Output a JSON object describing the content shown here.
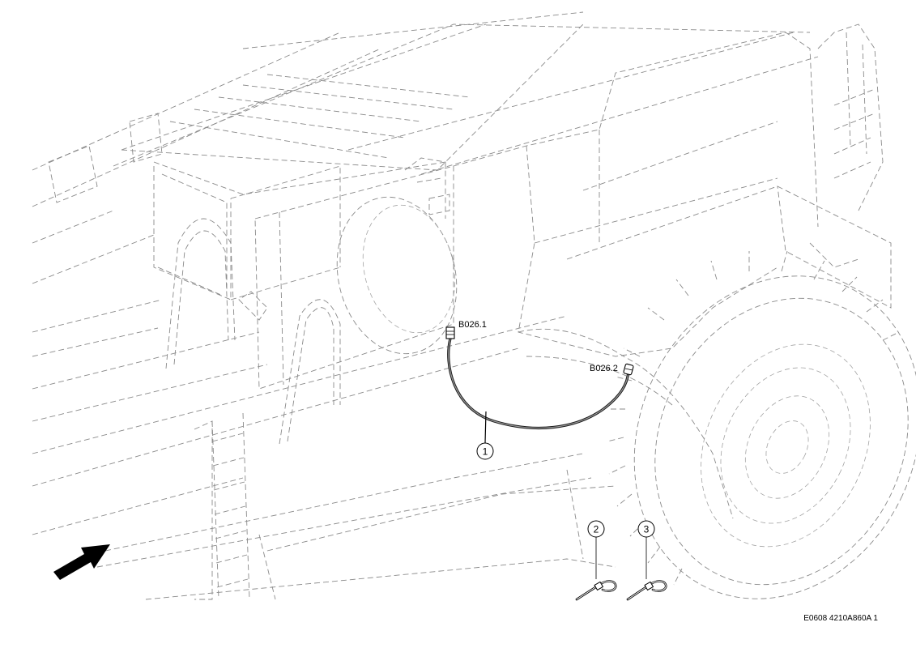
{
  "labels": {
    "b026_1": "B026.1",
    "b026_2": "B026.2"
  },
  "callouts": {
    "item_1": "1",
    "item_2": "2",
    "item_3": "3"
  },
  "drawing_code": "E0608 4210A860A 1",
  "colors": {
    "cable": "#1a1a1a",
    "ghost_lines": "#8a8a8a",
    "arrow": "#000000"
  }
}
